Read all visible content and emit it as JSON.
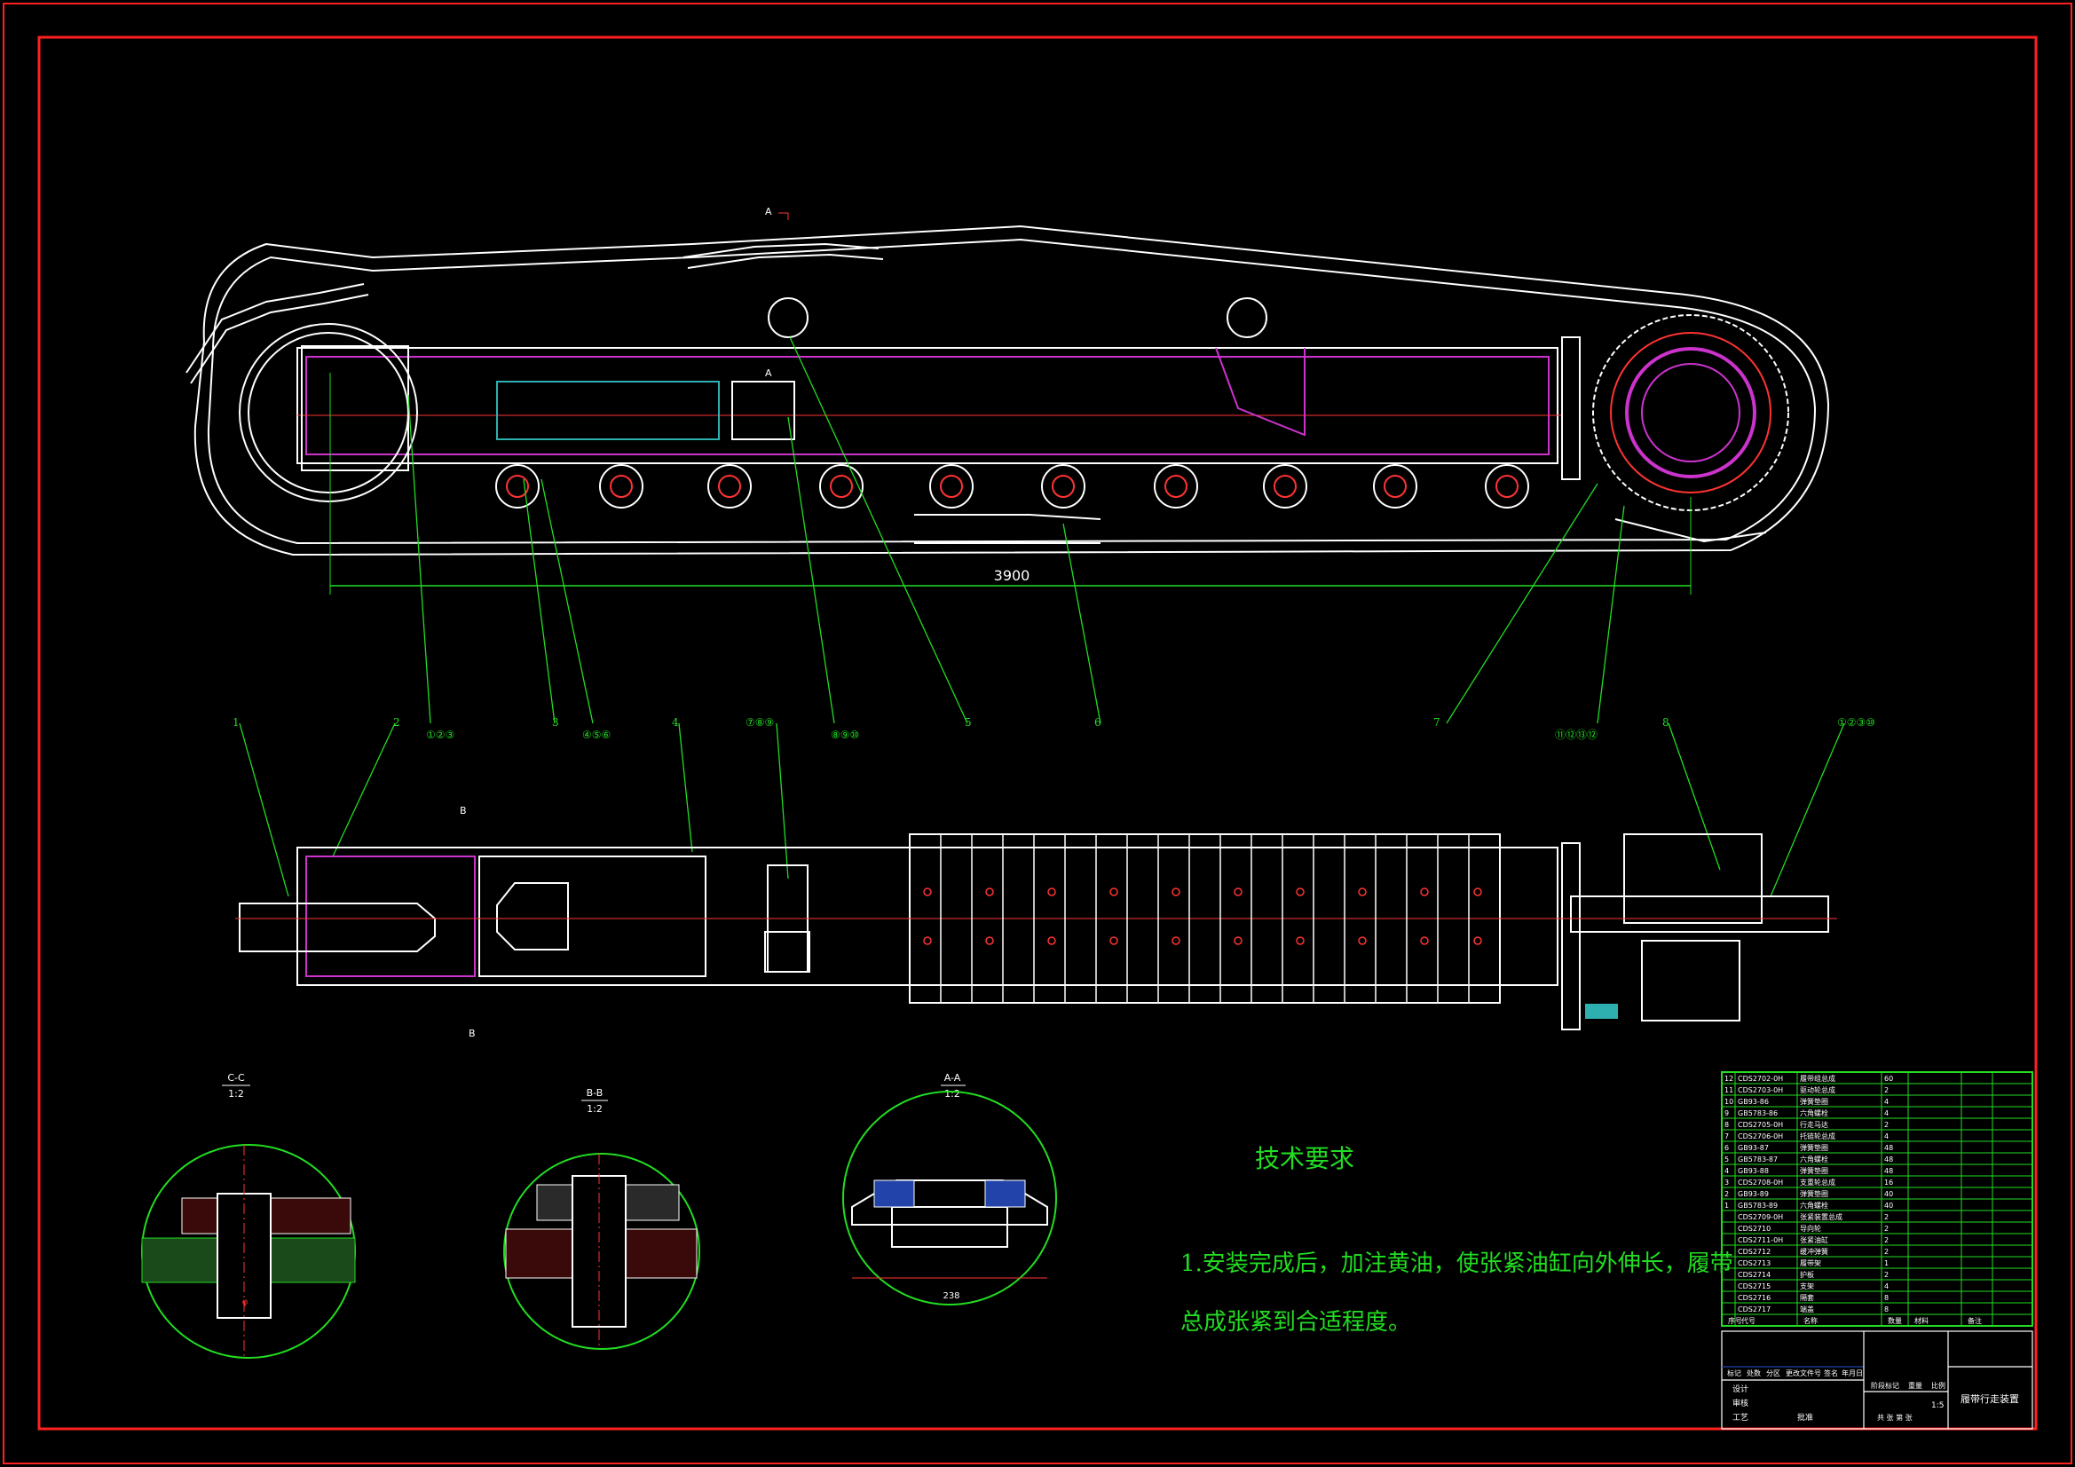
{
  "drawing": {
    "dimension_main": "3900",
    "dimension_section_aa": "238",
    "dimension_section_cc": "φ",
    "section_labels": {
      "a_top": "A",
      "a_mid": "A",
      "b_top": "B",
      "b_bottom": "B",
      "cc_title": "C-C",
      "cc_scale": "1:2",
      "bb_title": "B-B",
      "bb_scale": "1:2",
      "aa_title": "A-A",
      "aa_scale": "1:2"
    },
    "balloons": [
      "1",
      "2",
      "①②③",
      "3",
      "④⑤⑥",
      "4",
      "⑦⑧⑨",
      "⑧⑨⑩",
      "5",
      "6",
      "7",
      "⑪⑫⑬⑫",
      "8",
      "①②③⑩"
    ],
    "tech_requirements": {
      "title": "技术要求",
      "line1": "1.安装完成后，加注黄油，使张紧油缸向外伸长，履带",
      "line2": "总成张紧到合适程度。"
    },
    "bom": {
      "rows": [
        [
          "12",
          "CDS2702-0H",
          "履带组总成",
          "60",
          "",
          ""
        ],
        [
          "11",
          "CDS2703-0H",
          "驱动轮总成",
          "2",
          "",
          ""
        ],
        [
          "10",
          "GB93-86",
          "弹簧垫圈",
          "4",
          "",
          ""
        ],
        [
          "9",
          "GB5783-86",
          "六角螺栓",
          "4",
          "",
          ""
        ],
        [
          "8",
          "CDS2705-0H",
          "行走马达",
          "2",
          "",
          ""
        ],
        [
          "7",
          "CDS2706-0H",
          "托链轮总成",
          "4",
          "",
          ""
        ],
        [
          "6",
          "GB93-87",
          "弹簧垫圈",
          "48",
          "",
          ""
        ],
        [
          "5",
          "GB5783-87",
          "六角螺栓",
          "48",
          "",
          ""
        ],
        [
          "4",
          "GB93-88",
          "弹簧垫圈",
          "48",
          "",
          ""
        ],
        [
          "3",
          "CDS2708-0H",
          "支重轮总成",
          "16",
          "",
          ""
        ],
        [
          "2",
          "GB93-89",
          "弹簧垫圈",
          "40",
          "",
          ""
        ],
        [
          "1",
          "GB5783-89",
          "六角螺栓",
          "40",
          "",
          ""
        ],
        [
          "",
          "CDS2709-0H",
          "张紧装置总成",
          "2",
          "",
          ""
        ],
        [
          "",
          "CDS2710",
          "导向轮",
          "2",
          "",
          ""
        ],
        [
          "",
          "CDS2711-0H",
          "张紧油缸",
          "2",
          "",
          ""
        ],
        [
          "",
          "CDS2712",
          "缓冲弹簧",
          "2",
          "",
          ""
        ],
        [
          "",
          "CDS2713",
          "履带架",
          "1",
          "",
          ""
        ],
        [
          "",
          "CDS2714",
          "护板",
          "2",
          "",
          ""
        ],
        [
          "",
          "CDS2715",
          "支架",
          "4",
          "",
          ""
        ],
        [
          "",
          "CDS2716",
          "隔套",
          "8",
          "",
          ""
        ],
        [
          "",
          "CDS2717",
          "端盖",
          "8",
          "",
          ""
        ]
      ],
      "header": [
        "序号",
        "代号",
        "名称",
        "数量",
        "材料",
        "备注"
      ],
      "title_block": {
        "drawing_name": "履带行走装置",
        "scale_label": "比例",
        "scale": "1:5",
        "sheet": "共 张 第 张",
        "designer": "设计",
        "checker": "审核",
        "craft": "工艺",
        "approve": "批准",
        "mark_col": "标记",
        "count_col": "处数",
        "zone_col": "分区",
        "doc_col": "更改文件号",
        "sign_col": "签名",
        "date_col": "年月日",
        "stage": "阶段标记",
        "weight": "重量"
      }
    }
  }
}
